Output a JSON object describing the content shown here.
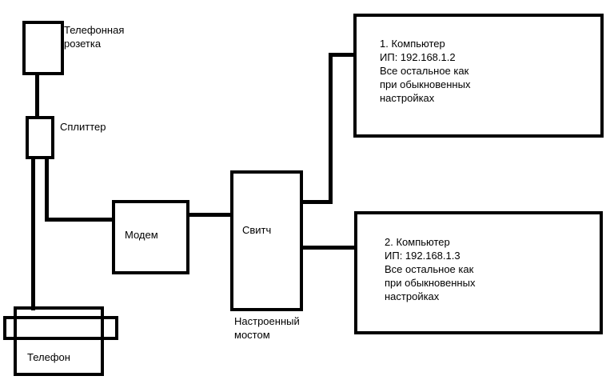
{
  "nodes": {
    "wall_socket": {
      "label_lines": [
        "Телефонная",
        "розетка"
      ]
    },
    "splitter": {
      "label": "Сплиттер"
    },
    "modem": {
      "label": "Модем"
    },
    "switch": {
      "label": "Свитч",
      "note_lines": [
        "Настроенный",
        "мостом"
      ]
    },
    "phone": {
      "label": "Телефон"
    },
    "computer_1": {
      "lines": [
        "1. Компьютер",
        "ИП: 192.168.1.2",
        "Все остальное как",
        "при обыкновенных",
        "настройках"
      ]
    },
    "computer_2": {
      "lines": [
        "2. Компьютер",
        "ИП: 192.168.1.3",
        "Все остальное как",
        "при обыкновенных",
        "настройках"
      ]
    }
  },
  "colors": {
    "stroke": "#000000",
    "background": "#ffffff"
  }
}
